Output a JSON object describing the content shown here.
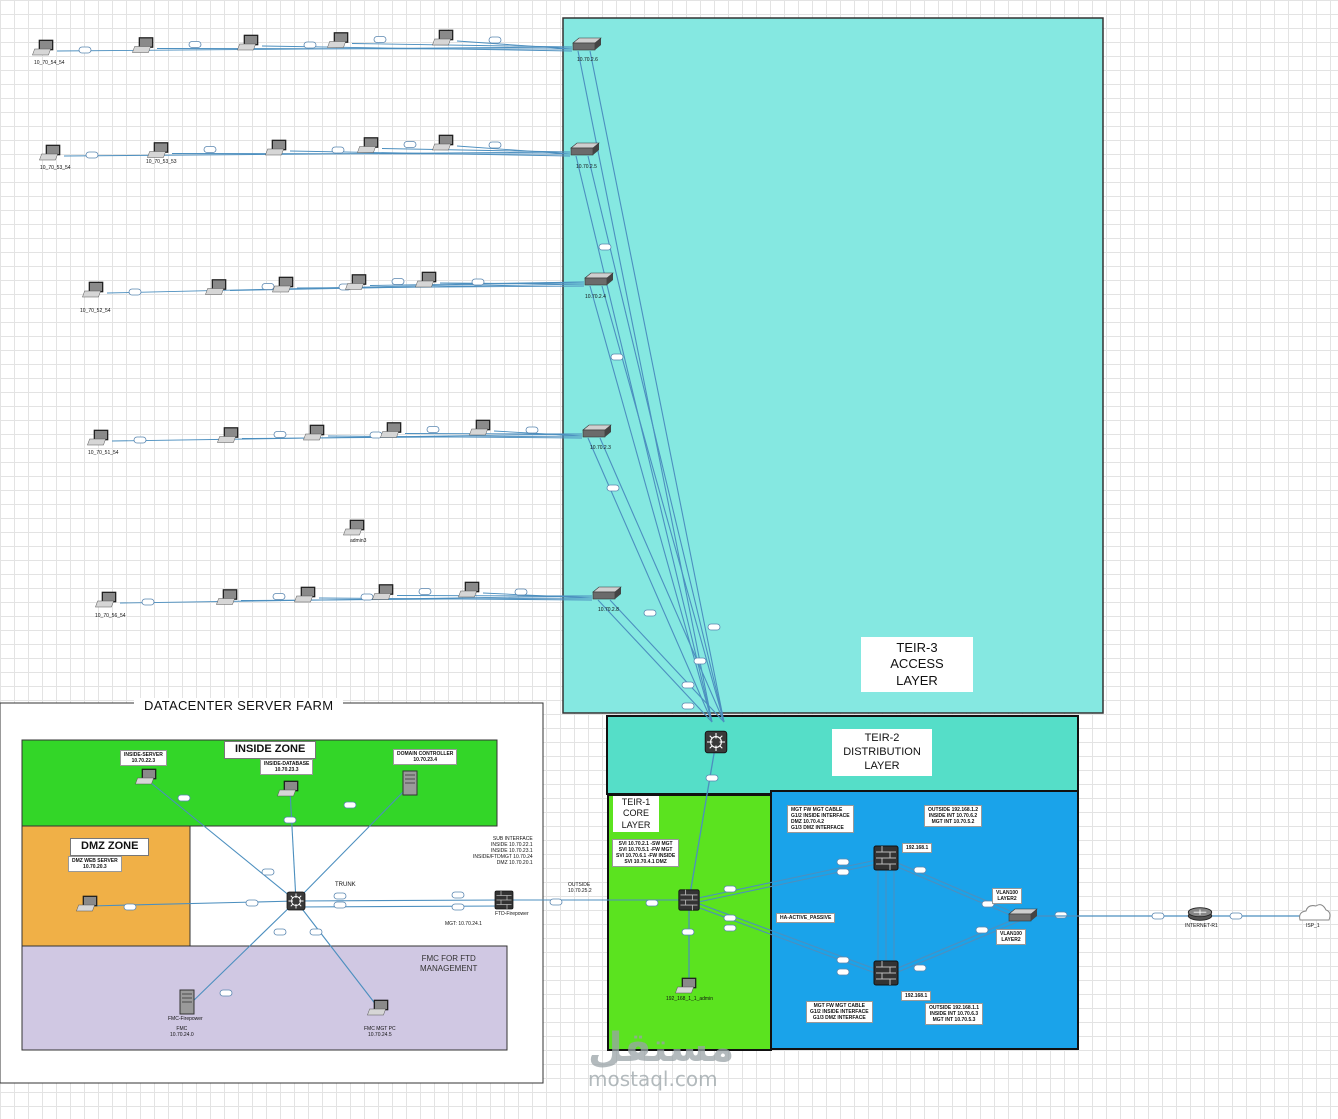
{
  "colors": {
    "access_layer": "#85e8e1",
    "distribution_layer": "#55dec8",
    "core_layer": "#5be31f",
    "firewall_area": "#1aa3ea",
    "inside_zone": "#33d628",
    "dmz_zone": "#f0b047",
    "fmc_zone": "#d0c8e3",
    "link": "#4c8fbf"
  },
  "labels": {
    "tier3": [
      "TEIR-3",
      "ACCESS",
      "LAYER"
    ],
    "tier2": [
      "TEIR-2",
      "DISTRIBUTION",
      "LAYER"
    ],
    "tier1": [
      "TEIR-1",
      "CORE",
      "LAYER"
    ],
    "datacenter": "DATACENTER SERVER FARM",
    "inside_zone": "INSIDE ZONE",
    "dmz_zone": "DMZ ZONE",
    "fmc_zone": [
      "FMC FOR FTD",
      "MANAGEMENT"
    ],
    "watermark_ar": "مستقل",
    "watermark_en": "mostaql.com"
  },
  "access_switches": [
    {
      "ip": "10.70.2.6"
    },
    {
      "ip": "10.70.2.5"
    },
    {
      "ip": "10.70.2.4"
    },
    {
      "ip": "10.70.2.3"
    },
    {
      "ip": "10.70.2.8"
    }
  ],
  "host_rows": [
    {
      "hosts": [
        "10_70_54_54",
        "",
        "",
        "",
        ""
      ]
    },
    {
      "hosts": [
        "10_70_53_54",
        "10_70_53_53",
        "",
        "",
        ""
      ]
    },
    {
      "hosts": [
        "10_70_52_54",
        "",
        "",
        "",
        ""
      ]
    },
    {
      "hosts": [
        "10_70_51_54",
        "",
        "",
        "",
        ""
      ]
    },
    {
      "hosts": [
        "10_70_56_54",
        "",
        "",
        "",
        ""
      ]
    }
  ],
  "dc_servers": {
    "inside_server": {
      "name": "INSIDE-SERVER",
      "ip": "10.70.22.3"
    },
    "inside_database": {
      "name": "INSIDE-DATABASE",
      "ip": "10.70.23.3"
    },
    "domain_controller": {
      "name": "DOMAIN CONTROLLER",
      "ip": "10.70.23.4"
    },
    "dmz_server": {
      "name": "DMZ WEB SERVER",
      "ip": "10.70.20.3"
    },
    "fmc": {
      "name": "FMC",
      "ip": "10.70.24.0"
    },
    "fmc_mgmt_pc": {
      "name": "FMC MGT PC",
      "ip": "10.70.24.5"
    }
  },
  "texts": {
    "trunk": "TRUNK",
    "sub_interfaces": [
      "SUB INTERFACE",
      "INSIDE 10.70.22.1",
      "INSIDE 10.70.23.1",
      "INSIDE/FTDMGT 10.70.24",
      "DMZ 10.70.20.1"
    ],
    "mgt_ip": "MGT: 10.70.24.1",
    "outside": [
      "OUTSIDE",
      "10.70.25.2"
    ],
    "core_info": [
      "SVI 10.70.2.1 -SW MGT",
      "SVI 10.70.5.1 -FW MGT",
      "SVI 10.70.6.1 -FW INSIDE",
      "SVI 10.70.4.1 DMZ"
    ],
    "fw1_top_left": [
      "MGT FW MGT CABLE",
      "G1/2 INSIDE INTERFACE",
      "DMZ 10.70.4.2",
      "G1/3 DMZ INTERFACE"
    ],
    "fw1_top_right": [
      "OUTSIDE 192.168.1.2",
      "INSIDE INT 10.70.6.2",
      "MGT INT 10.70.5.2"
    ],
    "fw2_bottom_left": [
      "MGT FW MGT CABLE",
      "G1/2 INSIDE INTERFACE",
      "G1/3 DMZ INTERFACE"
    ],
    "fw2_bottom_right": [
      "OUTSIDE 192.168.1.1",
      "INSIDE INT 10.70.6.3",
      "MGT INT 10.70.5.3"
    ],
    "ha_pair": "HA-ACTIVE_PASSIVE",
    "subnet_top": "192.168.1",
    "subnet_bottom": "192.168.1",
    "vlan1": [
      "VLAN100",
      "LAYER2"
    ],
    "vlan2": [
      "VLAN100",
      "LAYER2"
    ],
    "ftd_label": "FTD-Firepower",
    "fmc_device_label": "FMC-Firepower",
    "internet_router": "INTERNET-R1",
    "isp": "ISP_1",
    "core_host": "192_168_1_1_admin",
    "pc_label": "admin3"
  }
}
